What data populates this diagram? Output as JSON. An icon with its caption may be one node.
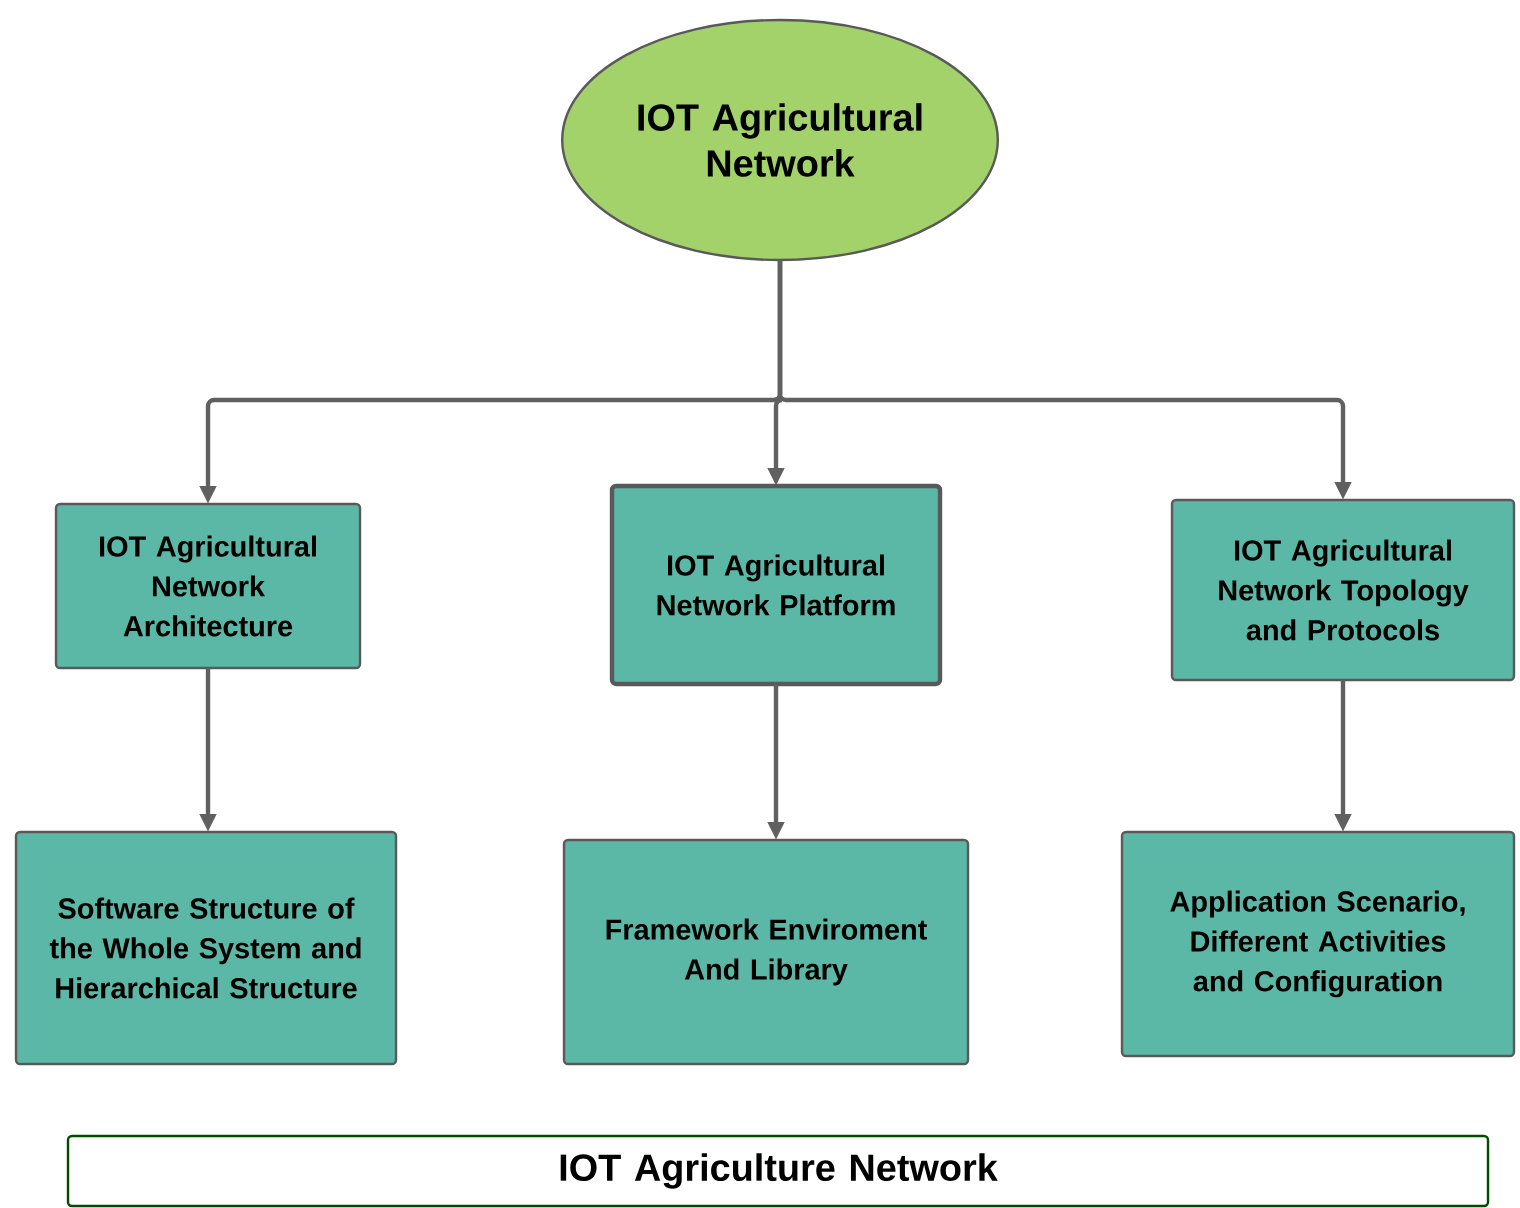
{
  "diagram": {
    "nodes": [
      {
        "text": [
          "IOT Agricultural Network"
        ]
      },
      {
        "text": [
          "IOT Agricultural Network Architecture"
        ]
      },
      {
        "text": [
          "IOT Agricultural Network Platform"
        ]
      },
      {
        "text": [
          "IOT Agricultural Network Topology and Protocols"
        ]
      },
      {
        "text": [
          "Software Structure of the Whole System and Hierarchical Structure"
        ]
      },
      {
        "text": [
          "Framework Enviroment And Library"
        ]
      },
      {
        "text": [
          "Application Scenario, Different Activities and Configuration"
        ]
      },
      {
        "text": [
          "IOT Agriculture Network"
        ]
      }
    ],
    "edges": [
      {
        "from": 0,
        "to": 1,
        "arrow": "to"
      },
      {
        "from": 0,
        "to": 2,
        "arrow": "to"
      },
      {
        "from": 0,
        "to": 3,
        "arrow": "to"
      },
      {
        "from": 1,
        "to": 4,
        "arrow": "to"
      },
      {
        "from": 2,
        "to": 5,
        "arrow": "to"
      },
      {
        "from": 3,
        "to": 6,
        "arrow": "to"
      }
    ]
  }
}
